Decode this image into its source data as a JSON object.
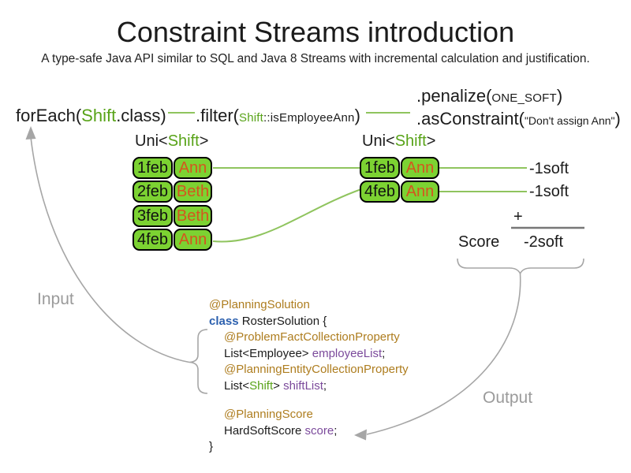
{
  "header": {
    "title": "Constraint Streams introduction",
    "subtitle": "A type-safe Java API similar to SQL and Java 8 Streams with incremental calculation and justification."
  },
  "flow": {
    "foreach_fn": "forEach(",
    "foreach_class": "Shift",
    "foreach_close": ".class)",
    "filter_fn": ".filter(",
    "filter_class": "Shift",
    "filter_method": "::isEmployeeAnn",
    "filter_close": ")",
    "penalize_fn": ".penalize(",
    "penalize_arg": "ONE_SOFT",
    "penalize_close": ")",
    "asconstraint_fn": ".asConstraint(",
    "asconstraint_arg": "\"Don't assign Ann\"",
    "asconstraint_close": ")"
  },
  "left_stream": {
    "label_pre": "Uni<",
    "label_param": "Shift",
    "label_post": ">",
    "rows": [
      {
        "date": "1feb",
        "name": "Ann"
      },
      {
        "date": "2feb",
        "name": "Beth"
      },
      {
        "date": "3feb",
        "name": "Beth"
      },
      {
        "date": "4feb",
        "name": "Ann"
      }
    ]
  },
  "right_stream": {
    "label_pre": "Uni<",
    "label_param": "Shift",
    "label_post": ">",
    "rows": [
      {
        "date": "1feb",
        "name": "Ann"
      },
      {
        "date": "4feb",
        "name": "Ann"
      }
    ]
  },
  "scores": {
    "penalties": [
      "-1soft",
      "-1soft"
    ],
    "plus": "+",
    "label": "Score",
    "total": "-2soft"
  },
  "annotations": {
    "input": "Input",
    "output": "Output"
  },
  "code": {
    "planning_solution": "@PlanningSolution",
    "class_kw": "class",
    "class_decl": " RosterSolution {",
    "problem_fact_annotation": "@ProblemFactCollectionProperty",
    "employee_type": "List<Employee> ",
    "employee_field": "employeeList",
    "semi1": ";",
    "planning_entity_annotation": "@PlanningEntityCollectionProperty",
    "shift_type_pre": "List<",
    "shift_type_param": "Shift",
    "shift_type_post": "> ",
    "shift_field": "shiftList",
    "semi2": ";",
    "planning_score_annotation": "@PlanningScore",
    "score_type": "HardSoftScore ",
    "score_field": "score",
    "semi3": ";",
    "closing_brace": "}"
  },
  "colors": {
    "shift_green_text": "#58a318",
    "cell_green_fill": "#7cd232",
    "employee_orange": "#d4561e",
    "connector_green": "#8fc45e",
    "annotation_gold": "#ae7d1f",
    "keyword_blue": "#2b5fae",
    "field_purple": "#7b4a9b",
    "note_gray": "#9b9b9b"
  }
}
